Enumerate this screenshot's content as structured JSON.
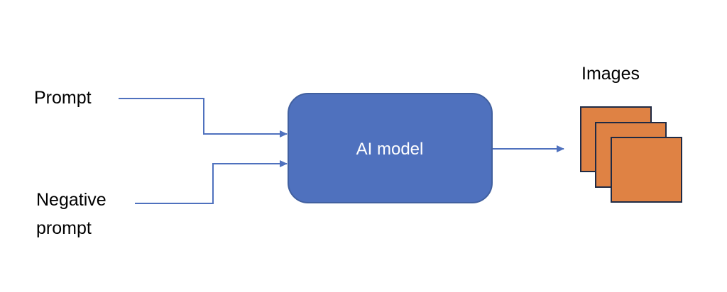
{
  "diagram": {
    "inputs": {
      "prompt_label": "Prompt",
      "negative_prompt_line1": "Negative",
      "negative_prompt_line2": "prompt"
    },
    "model": {
      "label": "AI model"
    },
    "output": {
      "label": "Images"
    }
  },
  "colors": {
    "model_fill": "#4f71be",
    "model_stroke": "#41609f",
    "connector": "#4f71be",
    "image_fill": "#df8244",
    "image_stroke": "#1f2a44",
    "text": "#000000"
  }
}
